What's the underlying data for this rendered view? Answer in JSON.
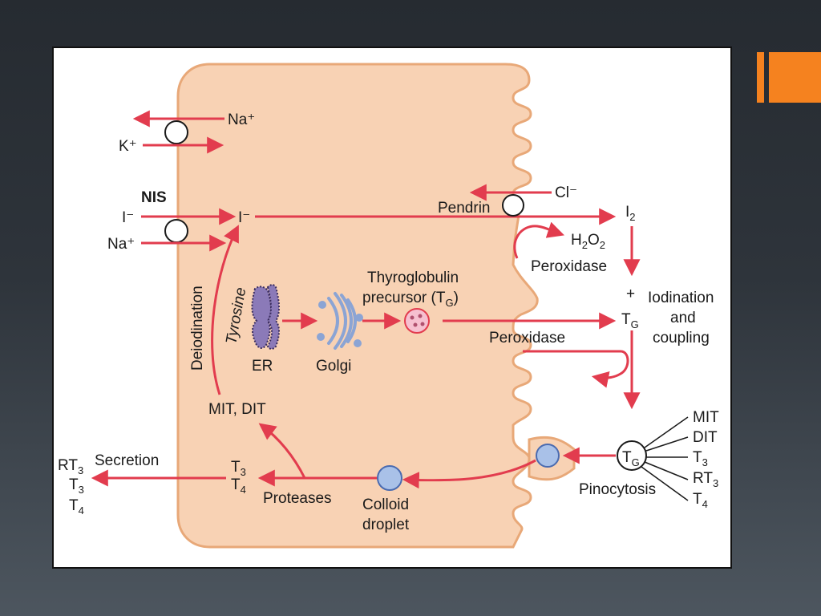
{
  "colors": {
    "cell_fill": "#f8d2b4",
    "cell_stroke": "#e8a878",
    "arrow": "#e23c4e",
    "droplet": "#a9c1e8",
    "accent": "#f5821f"
  },
  "labels": {
    "na_top": "Na⁺",
    "k": "K⁺",
    "nis": "NIS",
    "iodide_in": "I⁻",
    "iodide_cell": "I⁻",
    "na_bottom": "Na⁺",
    "cl": "Cl⁻",
    "pendrin": "Pendrin",
    "i2": "I",
    "i2_sub": "2",
    "h2o2_h": "H",
    "h2o2_sub1": "2",
    "h2o2_o": "O",
    "h2o2_sub2": "2",
    "peroxidase_top": "Peroxidase",
    "plus": "+",
    "tg_main": "T",
    "tg_main_sub": "G",
    "iodination_1": "Iodination",
    "iodination_2": "and",
    "iodination_3": "coupling",
    "thyroglobulin_1": "Thyroglobulin",
    "thyroglobulin_2": "precursor (T",
    "thyroglobulin_sub": "G",
    "thyroglobulin_end": ")",
    "peroxidase_mid": "Peroxidase",
    "deiodination": "Deiodination",
    "tyrosine": "Tyrosine",
    "er": "ER",
    "golgi": "Golgi",
    "mit_dit": "MIT, DIT",
    "mit": "MIT",
    "dit": "DIT",
    "t3_right": "T",
    "t3_right_sub": "3",
    "rt3_right": "RT",
    "rt3_right_sub": "3",
    "t4_right": "T",
    "t4_right_sub": "4",
    "tg_circle": "T",
    "tg_circle_sub": "G",
    "pinocytosis": "Pinocytosis",
    "secretion": "Secretion",
    "rt3_left": "RT",
    "rt3_left_sub": "3",
    "t3_left": "T",
    "t3_left_sub": "3",
    "t4_left": "T",
    "t4_left_sub": "4",
    "t3_mid": "T",
    "t3_mid_sub": "3",
    "t4_mid": "T",
    "t4_mid_sub": "4",
    "proteases": "Proteases",
    "colloid_1": "Colloid",
    "colloid_2": "droplet"
  }
}
